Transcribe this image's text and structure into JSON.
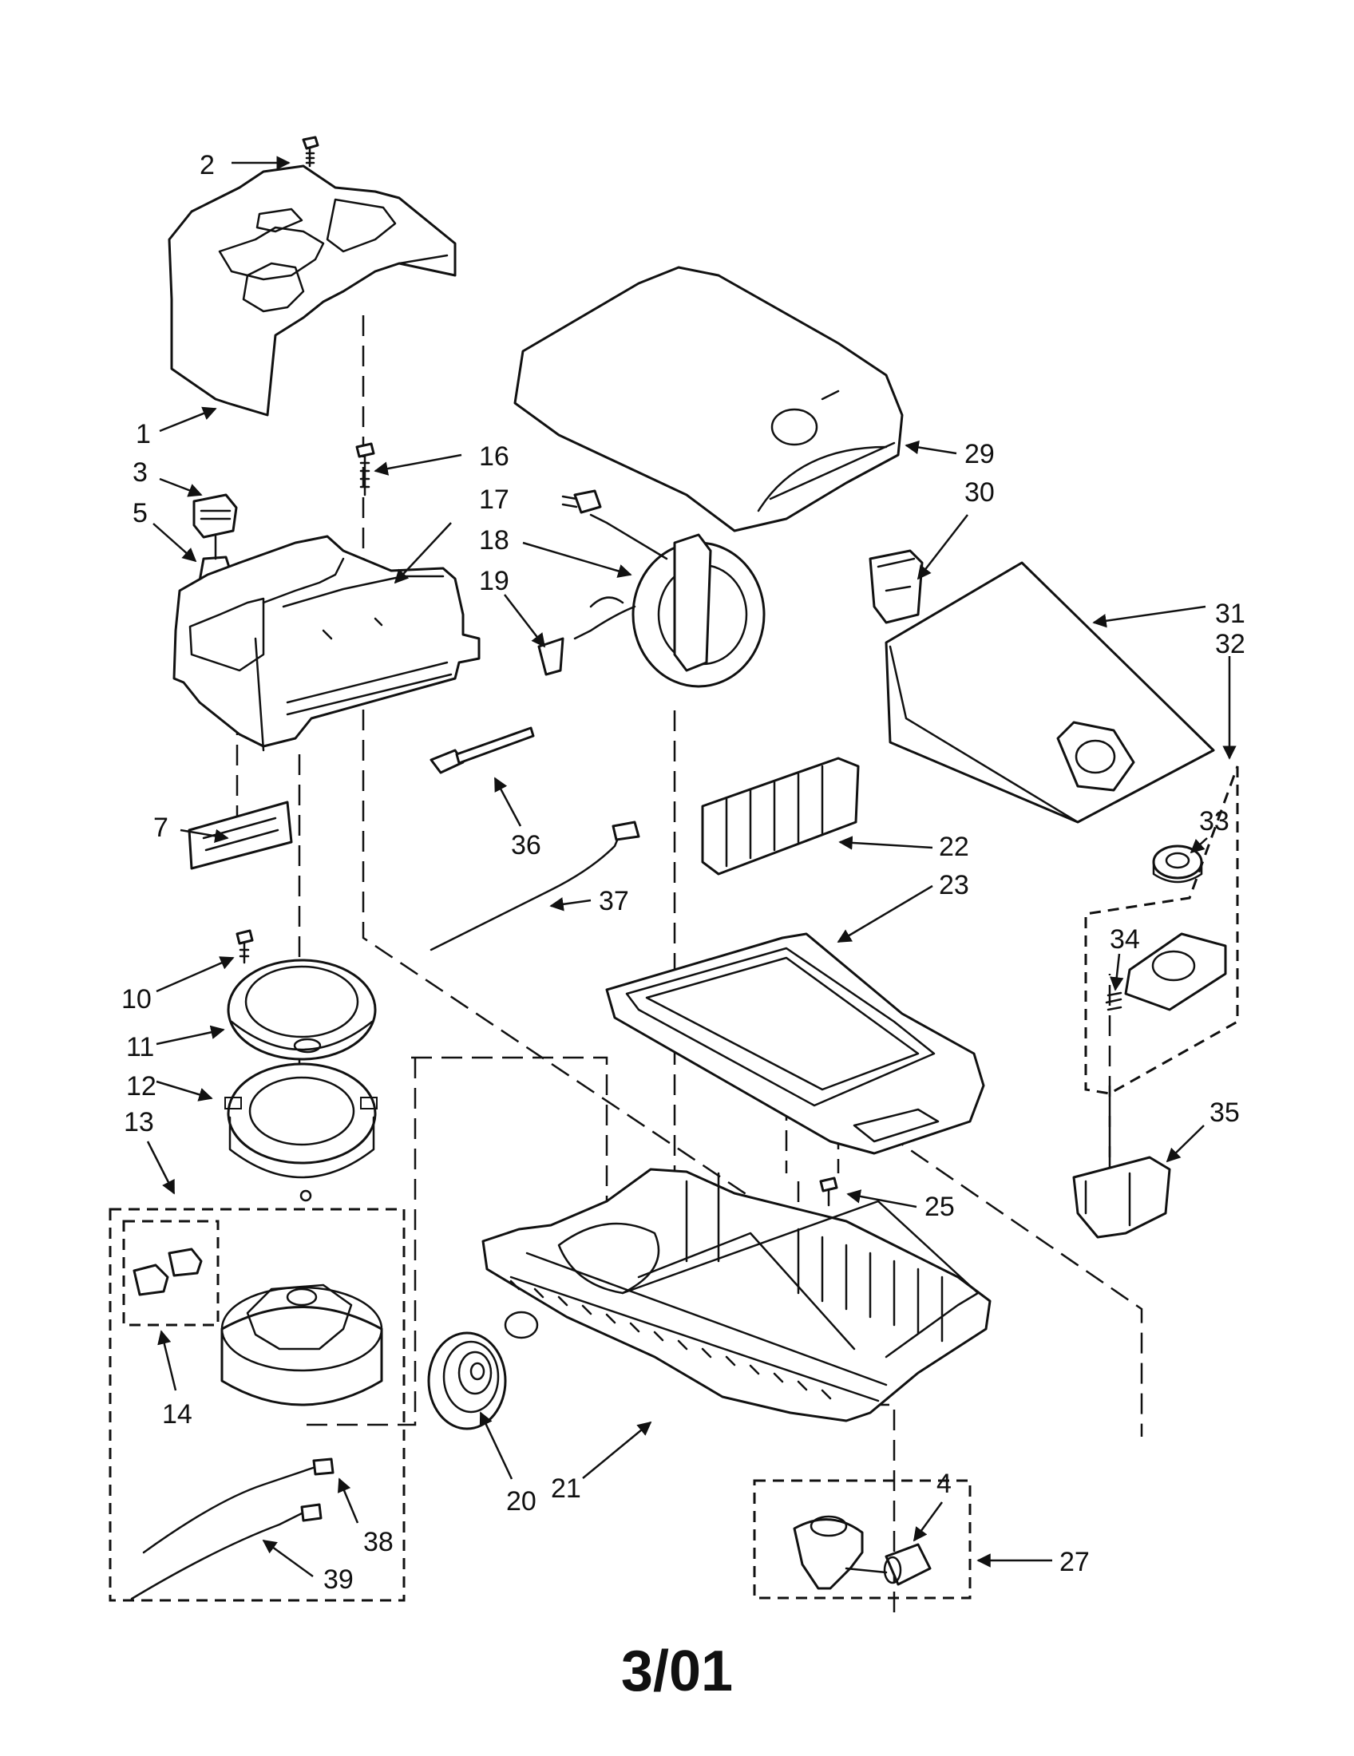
{
  "callouts": [
    "1",
    "2",
    "3",
    "4",
    "5",
    "7",
    "10",
    "11",
    "12",
    "13",
    "14",
    "16",
    "17",
    "18",
    "19",
    "20",
    "21",
    "22",
    "23",
    "25",
    "27",
    "29",
    "30",
    "31",
    "32",
    "33",
    "34",
    "35",
    "36",
    "37",
    "38",
    "39"
  ],
  "date_stamp": "3/01"
}
